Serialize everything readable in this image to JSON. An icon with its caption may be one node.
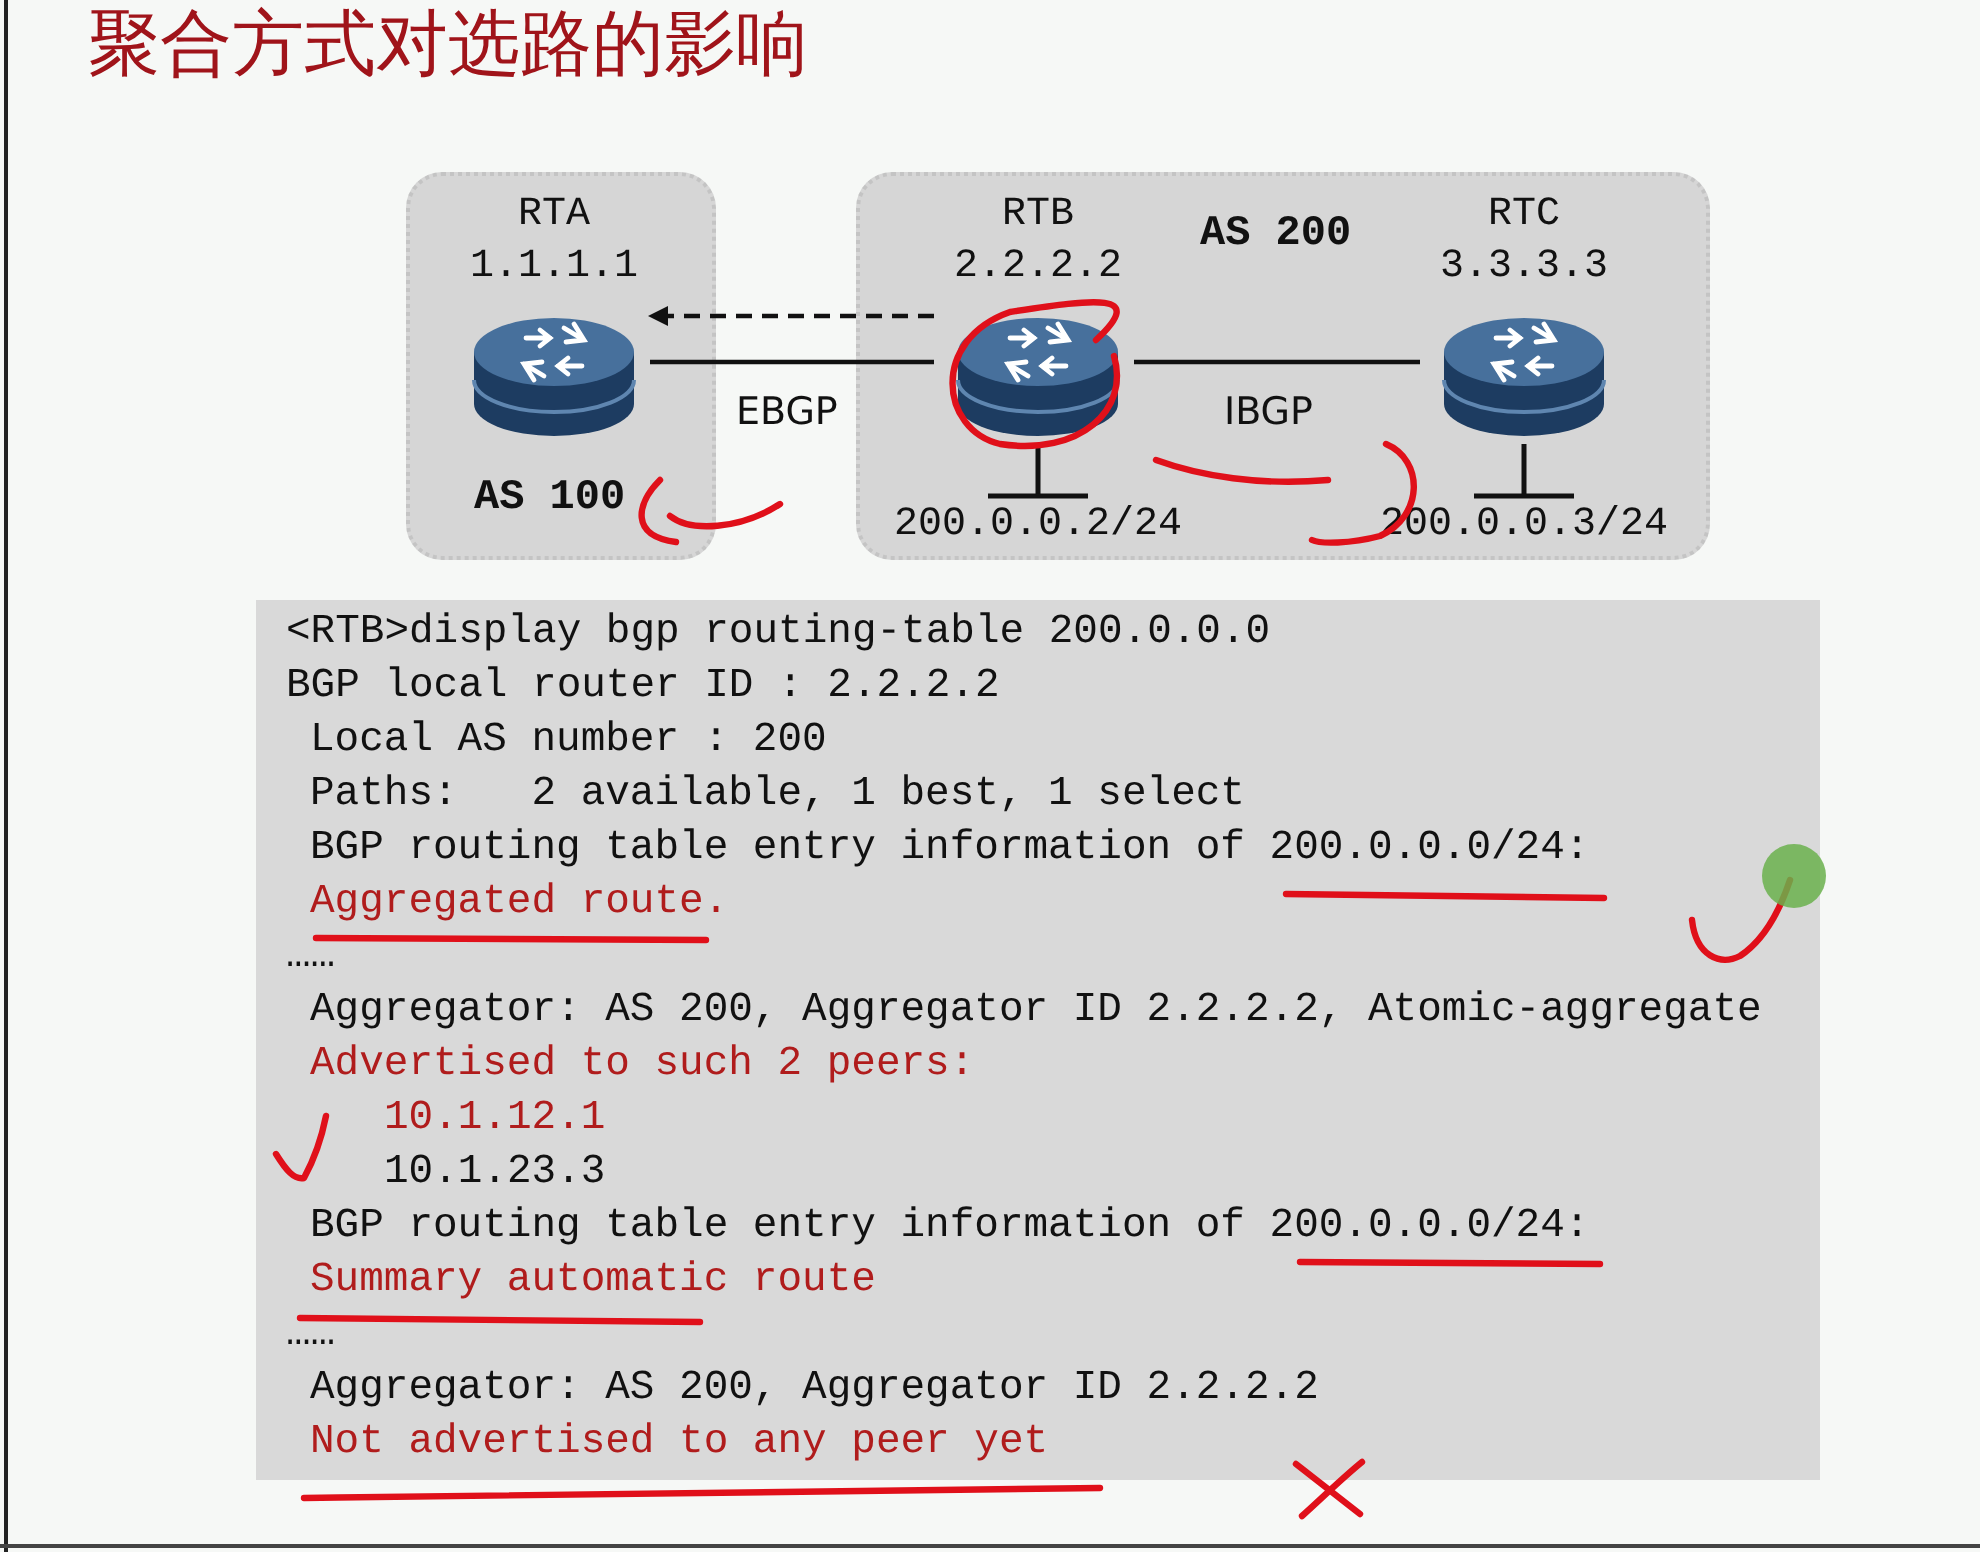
{
  "diagram": {
    "title": "聚合方式对选路的影响",
    "nodes": [
      {
        "text": [
          "AS 100"
        ]
      },
      {
        "text": [
          "AS 200"
        ]
      },
      {
        "text": [
          "RTA",
          "1.1.1.1"
        ],
        "in": 0
      },
      {
        "text": [
          "RTB",
          "2.2.2.2"
        ],
        "in": 1,
        "beside": [
          "200.0.0.2/24"
        ]
      },
      {
        "text": [
          "RTC",
          "3.3.3.3"
        ],
        "in": 1,
        "beside": [
          "200.0.0.3/24"
        ]
      },
      {
        "text": [
          "<RTB>display bgp routing-table 200.0.0.0",
          "BGP local router ID : 2.2.2.2",
          "Local AS number : 200",
          "Paths:   2 available, 1 best, 1 select",
          "BGP routing table entry information of 200.0.0.0/24:",
          "Aggregated route.",
          "……",
          "Aggregator: AS 200, Aggregator ID 2.2.2.2, Atomic-aggregate",
          "Advertised to such 2 peers:",
          "10.1.12.1",
          "10.1.23.3",
          "BGP routing table entry information of 200.0.0.0/24:",
          "Summary automatic route",
          "……",
          "Aggregator: AS 200, Aggregator ID 2.2.2.2",
          "Not advertised to any peer yet"
        ]
      }
    ],
    "edges": [
      {
        "from": 2,
        "to": 3,
        "arrow": "none",
        "label": "EBGP"
      },
      {
        "from": 3,
        "to": 4,
        "arrow": "none",
        "label": "IBGP"
      },
      {
        "from": 3,
        "to": 2,
        "arrow": "to",
        "style": "dashed"
      }
    ]
  }
}
